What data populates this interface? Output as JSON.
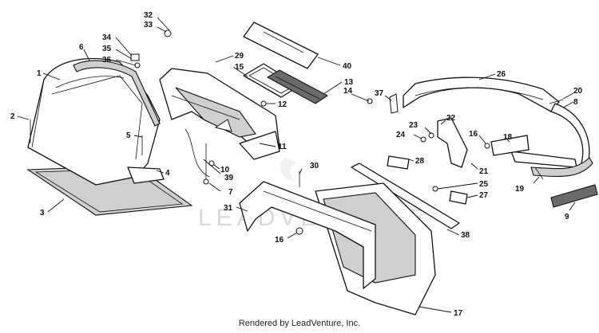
{
  "watermark": "LEADVENTURE",
  "credit": "Rendered by LeadVenture, Inc.",
  "callouts": [
    "32",
    "33",
    "34",
    "35",
    "36",
    "6",
    "1",
    "2",
    "5",
    "4",
    "3",
    "29",
    "15",
    "40",
    "13",
    "14",
    "12",
    "11",
    "10",
    "39",
    "7",
    "30",
    "31",
    "16",
    "26",
    "37",
    "20",
    "8",
    "22",
    "23",
    "24",
    "16",
    "18",
    "28",
    "21",
    "25",
    "27",
    "19",
    "9",
    "38",
    "17"
  ]
}
